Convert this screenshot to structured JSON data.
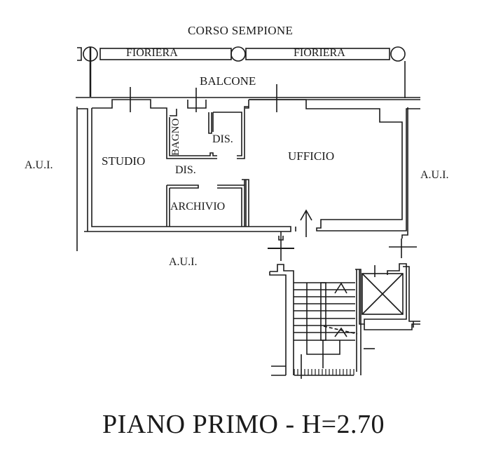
{
  "plan": {
    "street_label": "CORSO SEMPIONE",
    "planters": [
      {
        "label": "FIORIERA"
      },
      {
        "label": "FIORIERA"
      }
    ],
    "balcony_label": "BALCONE",
    "rooms": {
      "studio": "STUDIO",
      "bathroom": "BAGNO",
      "hall_upper": "DIS.",
      "hall_lower": "DIS.",
      "archive": "ARCHIVIO",
      "office": "UFFICIO"
    },
    "adjacent_units": {
      "left": "A.U.I.",
      "right": "A.U.I.",
      "bottom": "A.U.I."
    },
    "floor_title": "PIANO PRIMO - H=2.70"
  },
  "colors": {
    "line": "#1a1a1a",
    "background": "#ffffff"
  }
}
